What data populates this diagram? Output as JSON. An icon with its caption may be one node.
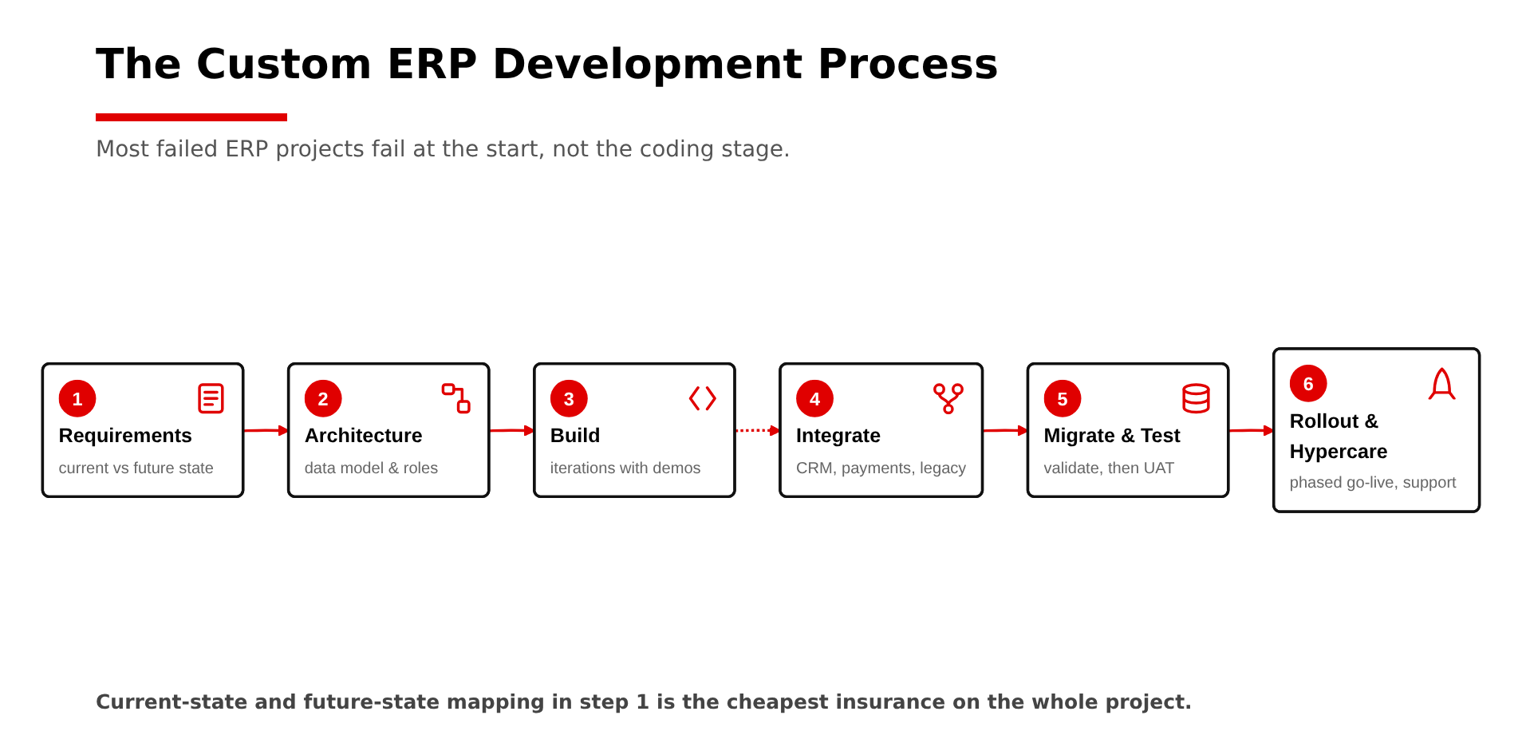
{
  "diagram": {
    "title": "The Custom ERP Development Process",
    "caption": "Current-state and future-state mapping in step 1 is the cheapest insurance on the whole project.",
    "nodes": [
      {
        "text": [
          "1",
          "Requirements",
          "current vs future state"
        ]
      },
      {
        "text": [
          "2",
          "Architecture",
          "data model & roles"
        ]
      },
      {
        "text": [
          "3",
          "Build",
          "iterations with demos"
        ]
      },
      {
        "text": [
          "4",
          "Integrate",
          "CRM, payments, legacy"
        ]
      },
      {
        "text": [
          "5",
          "Migrate & Test",
          "validate, then UAT"
        ]
      },
      {
        "text": [
          "6",
          "Rollout & Hypercare",
          "phased go-live, support"
        ]
      }
    ],
    "edges": [
      {
        "from": 0,
        "to": 1,
        "arrow": "to"
      },
      {
        "from": 1,
        "to": 2,
        "arrow": "to"
      },
      {
        "from": 2,
        "to": 3,
        "arrow": "to",
        "style": "dashed"
      },
      {
        "from": 3,
        "to": 4,
        "arrow": "to"
      },
      {
        "from": 4,
        "to": 5,
        "arrow": "to"
      }
    ],
    "labels": [
      "Most failed ERP projects fail at the start, not the coding stage."
    ]
  }
}
